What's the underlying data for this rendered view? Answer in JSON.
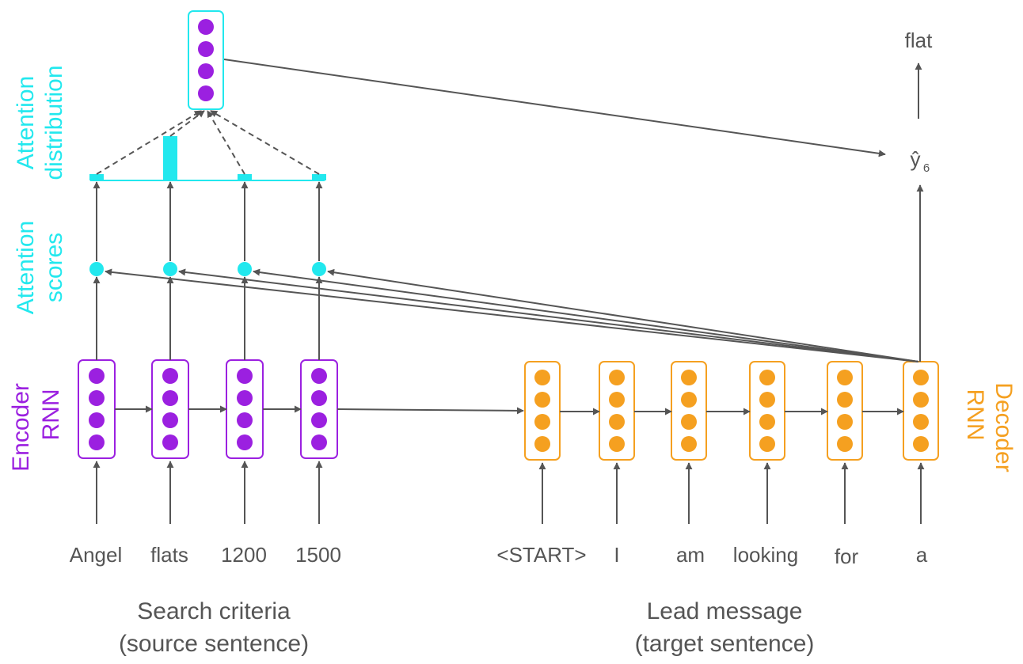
{
  "colors": {
    "encoder": "#9b20e0",
    "decoder": "#f5a020",
    "attention": "#22e8ee",
    "arrow": "#555555",
    "text": "#555555"
  },
  "labels": {
    "attention_distribution": [
      "Attention",
      "distribution"
    ],
    "attention_scores": [
      "Attention",
      "scores"
    ],
    "encoder_rnn": [
      "Encoder",
      "RNN"
    ],
    "decoder_rnn": [
      "Decoder",
      "RNN"
    ]
  },
  "source_words": [
    "Angel",
    "flats",
    "1200",
    "1500"
  ],
  "target_words": [
    "<START>",
    "I",
    "am",
    "looking",
    "for",
    "a"
  ],
  "output": {
    "y_hat": "ŷ",
    "y_sub": "6",
    "word": "flat"
  },
  "captions": {
    "source": [
      "Search criteria",
      "(source sentence)"
    ],
    "target": [
      "Lead message",
      "(target sentence)"
    ]
  },
  "attention_distribution_values": [
    0.05,
    0.85,
    0.05,
    0.05
  ]
}
